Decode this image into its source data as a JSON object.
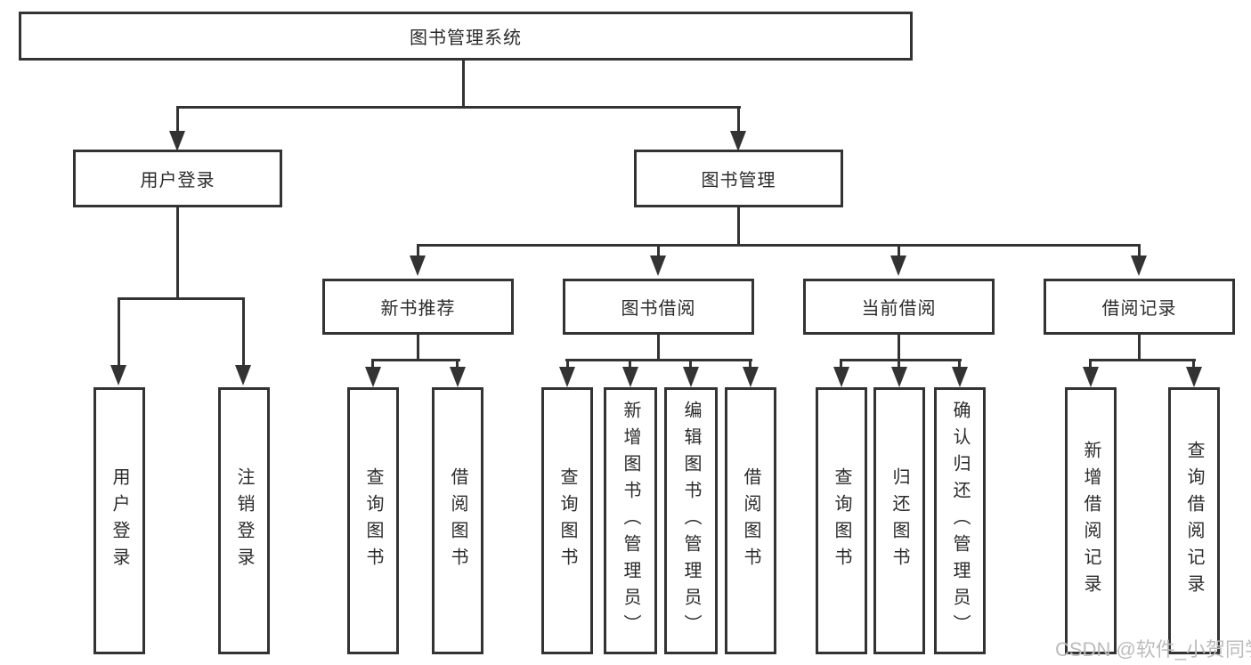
{
  "colors": {
    "line": "#333333",
    "text": "#2b2b2b",
    "box_bg": "#ffffff",
    "page_bg": "#ffffff",
    "watermark": "#bcbcbc"
  },
  "watermark": "CSDN @软件_小贺同学",
  "tree": {
    "root": {
      "label": "图书管理系统"
    },
    "branches": [
      {
        "label": "用户登录",
        "children": [
          {
            "label": "用户登录"
          },
          {
            "label": "注销登录"
          }
        ]
      },
      {
        "label": "图书管理",
        "children": [
          {
            "label": "新书推荐",
            "children": [
              {
                "label": "查询图书"
              },
              {
                "label": "借阅图书"
              }
            ]
          },
          {
            "label": "图书借阅",
            "children": [
              {
                "label": "查询图书"
              },
              {
                "label": "新增图书（管理员）"
              },
              {
                "label": "编辑图书（管理员）"
              },
              {
                "label": "借阅图书"
              }
            ]
          },
          {
            "label": "当前借阅",
            "children": [
              {
                "label": "查询图书"
              },
              {
                "label": "归还图书"
              },
              {
                "label": "确认归还（管理员）"
              }
            ]
          },
          {
            "label": "借阅记录",
            "children": [
              {
                "label": "新增借阅记录"
              },
              {
                "label": "查询借阅记录"
              }
            ]
          }
        ]
      }
    ]
  }
}
